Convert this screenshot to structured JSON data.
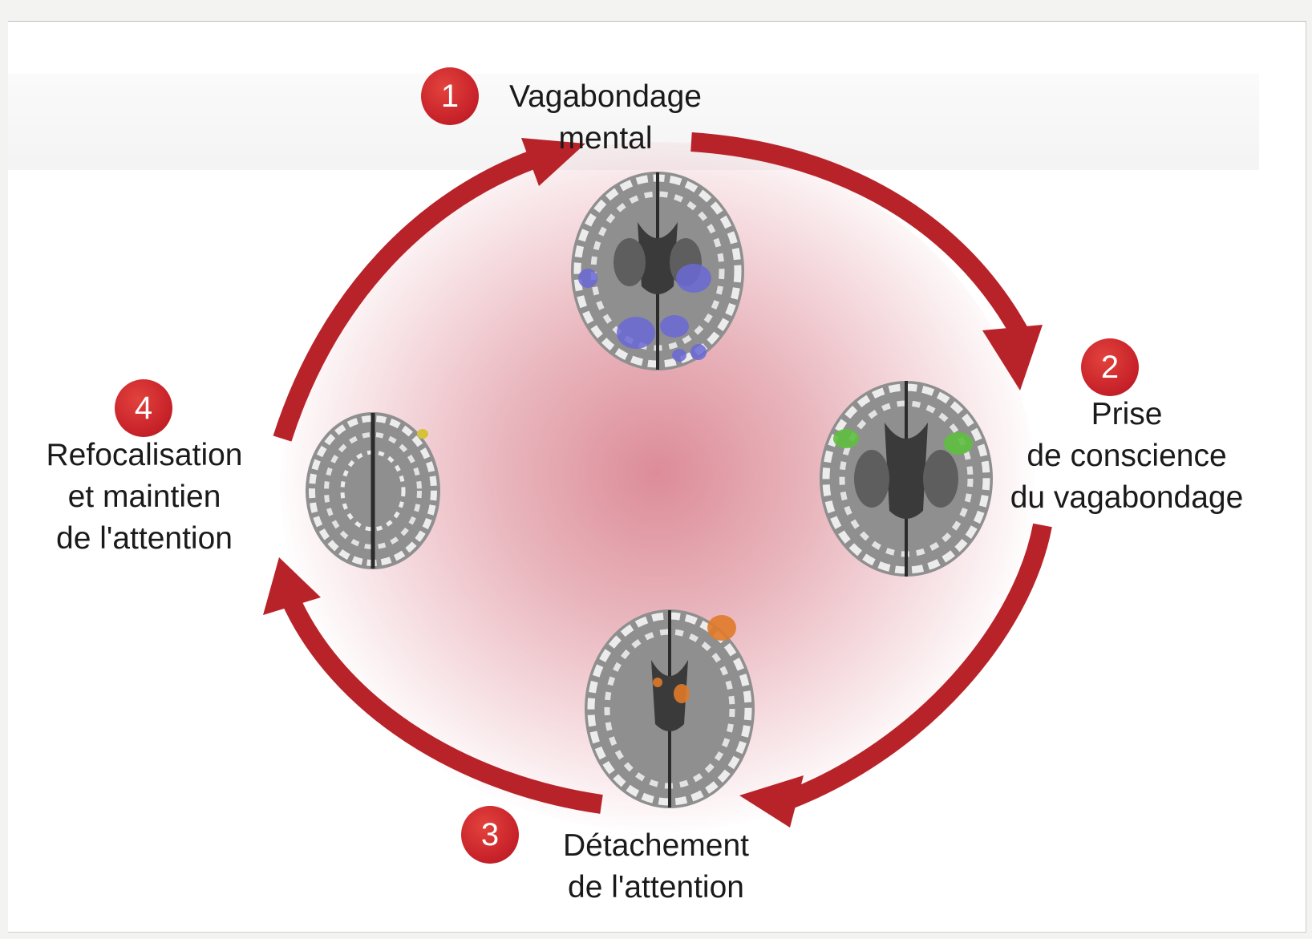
{
  "colors": {
    "arrow": "#b8232a",
    "badge": "#c8222a",
    "glow": "#d67886",
    "brain_blue": "#6a6ad6",
    "brain_green": "#5fbf3f",
    "brain_orange": "#e07a2a",
    "brain_yellow": "#d6c23a"
  },
  "steps": [
    {
      "number": "1",
      "lines": [
        "Vagabondage",
        "mental"
      ],
      "highlight": "blue regions"
    },
    {
      "number": "2",
      "lines": [
        "Prise",
        "de conscience",
        "du vagabondage"
      ],
      "highlight": "green regions"
    },
    {
      "number": "3",
      "lines": [
        "Détachement",
        "de l'attention"
      ],
      "highlight": "orange regions"
    },
    {
      "number": "4",
      "lines": [
        "Refocalisation",
        "et maintien",
        "de l'attention"
      ],
      "highlight": "yellow region"
    }
  ]
}
